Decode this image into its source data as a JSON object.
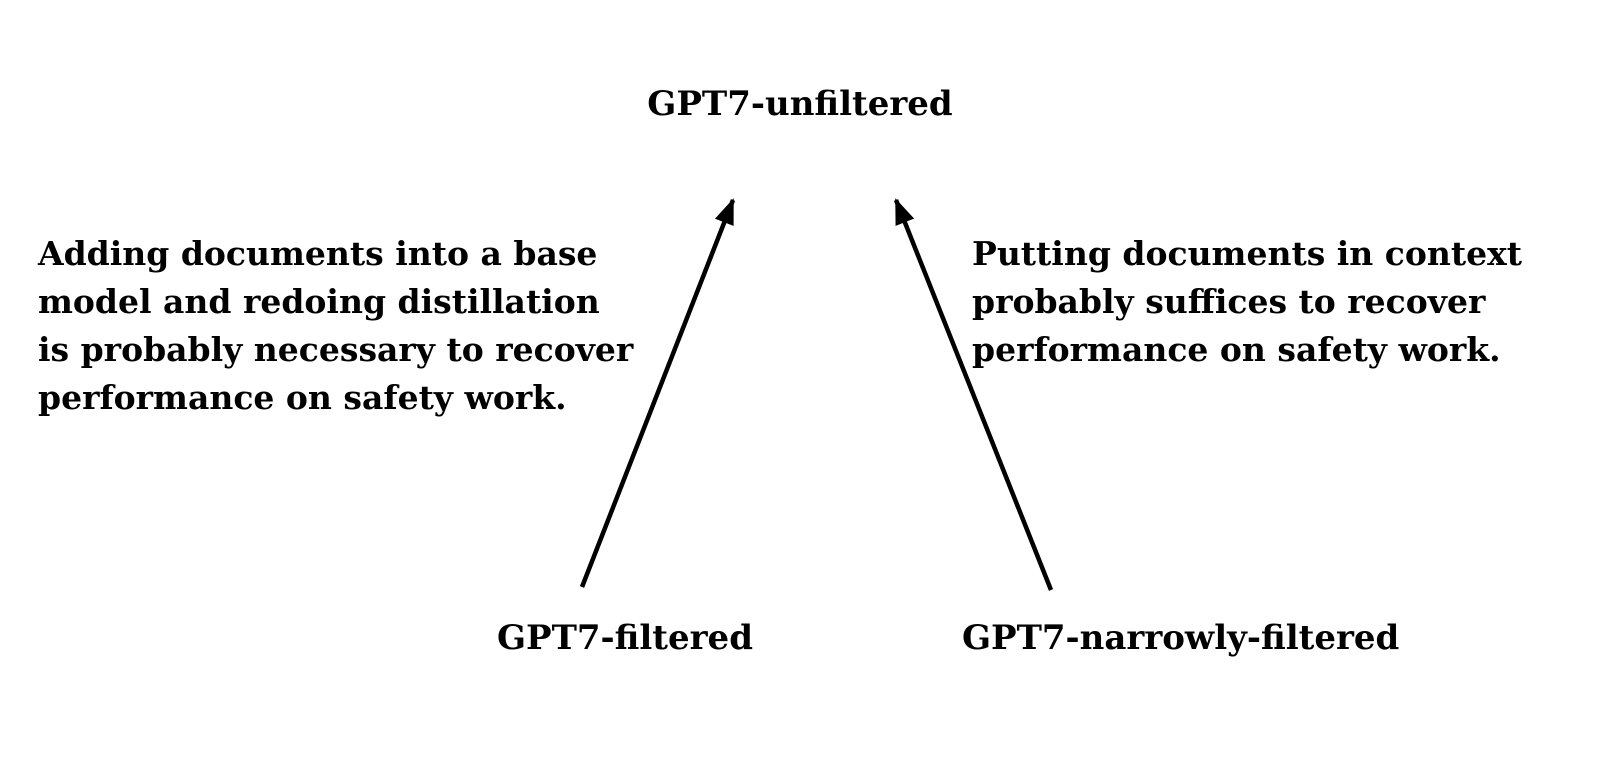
{
  "diagram": {
    "colors": {
      "ink": "#000000",
      "background": "#ffffff"
    },
    "nodes": {
      "top": {
        "label": "GPT7-unfiltered"
      },
      "bottom_left": {
        "label": "GPT7-filtered"
      },
      "bottom_right": {
        "label": "GPT7-narrowly-filtered"
      }
    },
    "annotations": {
      "left": "Adding documents into a base\nmodel and redoing distillation\nis probably necessary to recover\nperformance on safety work.",
      "right": "Putting documents in context\nprobably suffices to recover\nperformance on safety work."
    },
    "edges": [
      {
        "from": "bottom_left",
        "to": "top"
      },
      {
        "from": "bottom_right",
        "to": "top"
      }
    ]
  }
}
